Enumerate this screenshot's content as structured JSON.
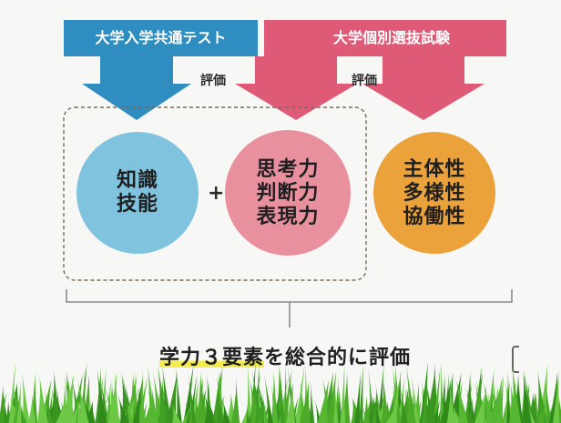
{
  "headers": {
    "common_test": "大学入学共通テスト",
    "individual_exam": "大学個別選抜試験"
  },
  "evaluation_labels": {
    "left": "評価",
    "right": "評価"
  },
  "circles": [
    {
      "id": "knowledge",
      "lines": [
        "知識",
        "技能"
      ],
      "color": "#7fc3df"
    },
    {
      "id": "thinking",
      "lines": [
        "思考力",
        "判断力",
        "表現力"
      ],
      "color": "#e9909f"
    },
    {
      "id": "attitude",
      "lines": [
        "主体性",
        "多様性",
        "協働性"
      ],
      "color": "#eca23a"
    }
  ],
  "plus": "+",
  "summary": {
    "highlighted": "学力３要素",
    "rest": "を総合的に評価"
  },
  "colors": {
    "common_test_blue": "#2f8dbf",
    "individual_exam_pink": "#df5a76",
    "dashed_box": "#7a6a5a",
    "bracket": "#8a8a8a",
    "highlight": "#f4ec4a",
    "grass": "#4caa28"
  }
}
